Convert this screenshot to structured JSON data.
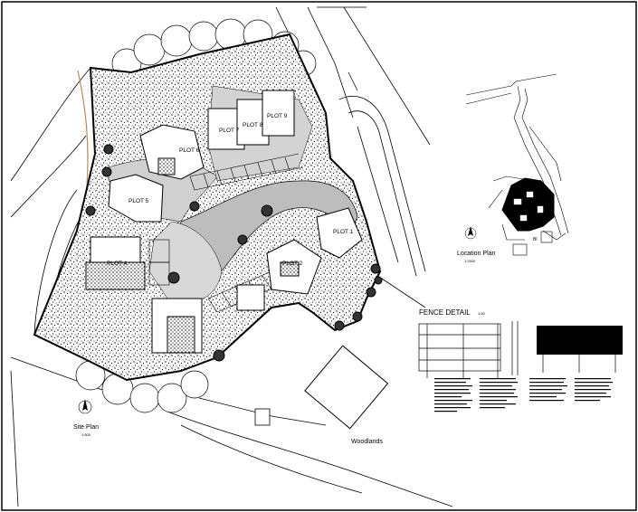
{
  "plan": {
    "title": "Site Plan",
    "scale": "1:500",
    "woodlands": "Woodlands",
    "plots": [
      "PLOT 1",
      "PLOT 2",
      "PLOT 4",
      "PLOT 5",
      "PLOT 6",
      "PLOT 7",
      "PLOT 8",
      "PLOT 9"
    ]
  },
  "location": {
    "title": "Location Plan",
    "scale": "1:2500"
  },
  "fence": {
    "title": "FENCE DETAIL",
    "scale": "1:50"
  }
}
